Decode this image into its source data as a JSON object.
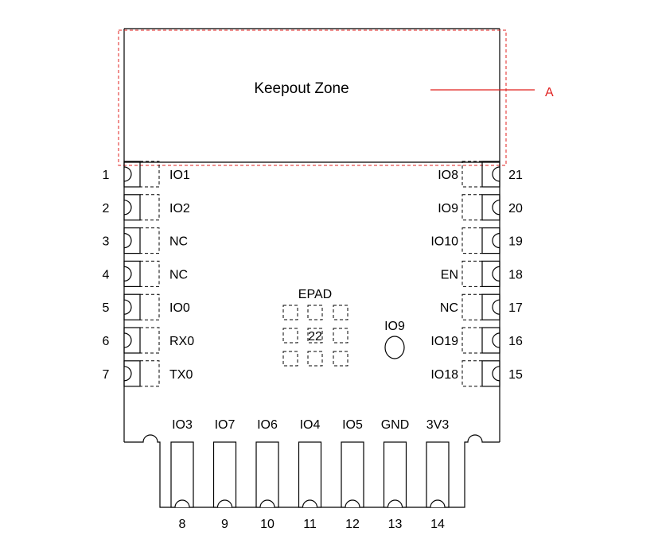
{
  "keepout": {
    "label": "Keepout Zone",
    "marker": "A"
  },
  "epad": {
    "label": "EPAD",
    "number": "22"
  },
  "io9_pad": {
    "label": "IO9"
  },
  "left_pins": [
    {
      "number": "1",
      "name": "IO1"
    },
    {
      "number": "2",
      "name": "IO2"
    },
    {
      "number": "3",
      "name": "NC"
    },
    {
      "number": "4",
      "name": "NC"
    },
    {
      "number": "5",
      "name": "IO0"
    },
    {
      "number": "6",
      "name": "RX0"
    },
    {
      "number": "7",
      "name": "TX0"
    }
  ],
  "right_pins": [
    {
      "number": "21",
      "name": "IO8"
    },
    {
      "number": "20",
      "name": "IO9"
    },
    {
      "number": "19",
      "name": "IO10"
    },
    {
      "number": "18",
      "name": "EN"
    },
    {
      "number": "17",
      "name": "NC"
    },
    {
      "number": "16",
      "name": "IO19"
    },
    {
      "number": "15",
      "name": "IO18"
    }
  ],
  "bottom_pins": [
    {
      "number": "8",
      "name": "IO3"
    },
    {
      "number": "9",
      "name": "IO7"
    },
    {
      "number": "10",
      "name": "IO6"
    },
    {
      "number": "11",
      "name": "IO4"
    },
    {
      "number": "12",
      "name": "IO5"
    },
    {
      "number": "13",
      "name": "GND"
    },
    {
      "number": "14",
      "name": "3V3"
    }
  ],
  "colors": {
    "outline": "#000000",
    "keepout": "#e0201f"
  }
}
